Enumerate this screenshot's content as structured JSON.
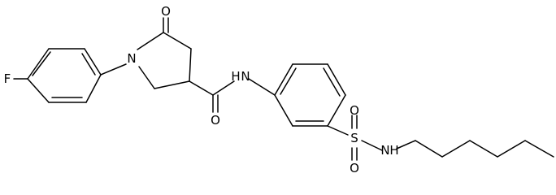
{
  "molecule": {
    "atom_labels": {
      "fluorine": "F",
      "ring_nitrogen": "N",
      "ketone_oxygen": "O",
      "amide_nitrogen_h": "H",
      "amide_nitrogen": "N",
      "amide_oxygen": "O",
      "sulfur": "S",
      "sulfonyl_oxygen_top": "O",
      "sulfonyl_oxygen_bottom": "O",
      "sulfonamide_nitrogen": "N",
      "sulfonamide_nitrogen_h": "H"
    }
  }
}
